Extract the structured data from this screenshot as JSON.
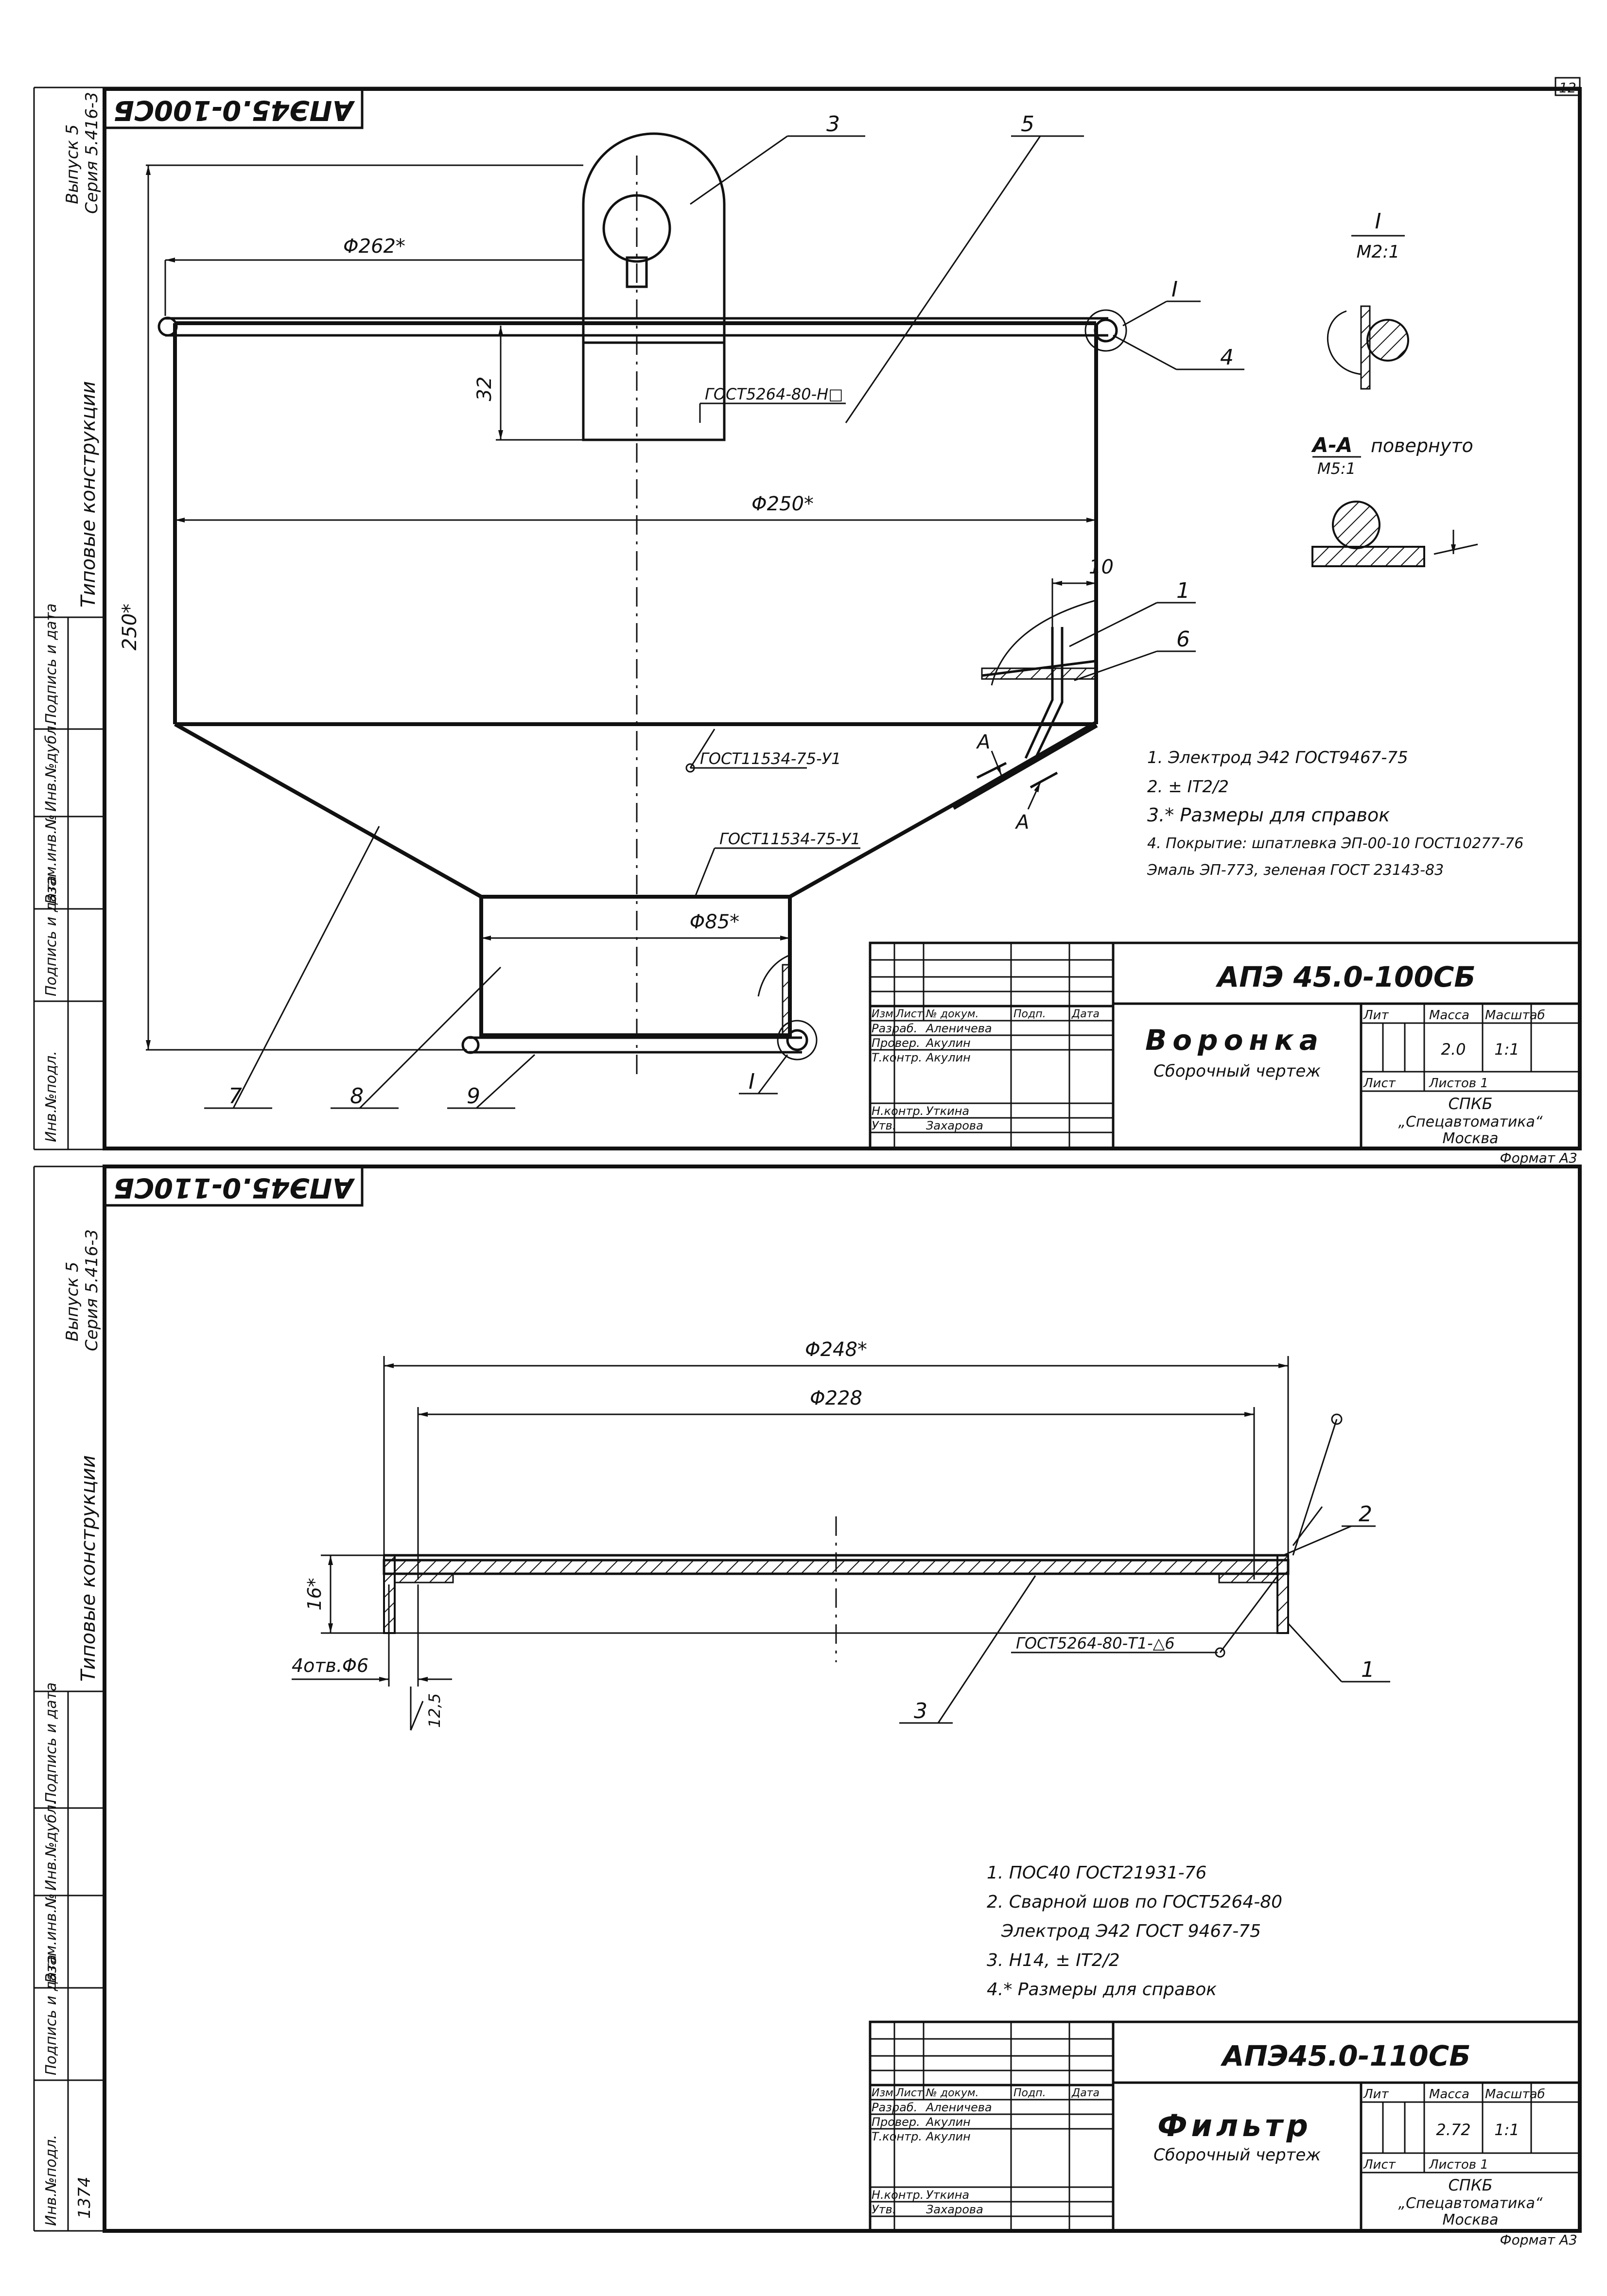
{
  "page_number": "12",
  "sheet1": {
    "rotated_code": "АПЭ45.0-100СБ",
    "side_series": [
      "Выпуск 5",
      "Серия 5.416-3"
    ],
    "side_title": "Типовые конструкции",
    "side_stamp": [
      "Инв.№подл.",
      "Подпись и дата",
      "Взам.инв.№",
      "Инв.№дубл.",
      "Подпись и дата"
    ],
    "dims": {
      "d262": "Φ262*",
      "d250": "Φ250*",
      "d85": "Φ85*",
      "h32": "32",
      "h250": "250*",
      "w10": "10"
    },
    "positions": [
      "3",
      "5",
      "4",
      "1",
      "6",
      "7",
      "8",
      "9",
      "I",
      "I"
    ],
    "gost_labels": [
      "ГОСТ5264-80-Н□",
      "ГОСТ11534-75-У1",
      "ГОСТ11534-75-У1"
    ],
    "section_mark": "А",
    "detail_title": "I",
    "detail_scale": "М2:1",
    "section_title": "А-А",
    "section_suffix": "повернуто",
    "section_scale": "М5:1",
    "notes": [
      "1. Электрод Э42 ГОСТ9467-75",
      "2. ± IT2/2",
      "3.* Размеры для справок",
      "4. Покрытие: шпатлевка ЭП-00-10 ГОСТ10277-76",
      "Эмаль ЭП-773, зеленая ГОСТ 23143-83"
    ],
    "title_block": {
      "code": "АПЭ 45.0-100СБ",
      "name": "Воронка",
      "doc_type": "Сборочный чертеж",
      "lit_label": "Лит",
      "mass_label": "Масса",
      "scale_label": "Масштаб",
      "mass": "2.0",
      "scale": "1:1",
      "sheet_label": "Лист",
      "sheets_label": "Листов 1",
      "org1": "СПКБ",
      "org2": "„Спецавтоматика“",
      "org3": "Москва",
      "format": "Формат А3",
      "head_cols": [
        "Изм.",
        "Лист",
        "№ докум.",
        "Подп.",
        "Дата"
      ],
      "rows": [
        {
          "role": "Разраб.",
          "name": "Аленичева"
        },
        {
          "role": "Провер.",
          "name": "Акулин"
        },
        {
          "role": "Т.контр.",
          "name": "Акулин"
        },
        {
          "role": "Н.контр.",
          "name": "Уткина"
        },
        {
          "role": "Утв.",
          "name": "Захарова"
        }
      ]
    }
  },
  "sheet2": {
    "rotated_code": "АПЭ45.0-110СБ",
    "side_series": [
      "Выпуск 5",
      "Серия 5.416-3"
    ],
    "side_title": "Типовые конструкции",
    "side_stamp": [
      "Инв.№подл.",
      "Подпись и дата",
      "Взам.инв.№",
      "Инв.№дубл.",
      "Подпись и дата"
    ],
    "dims": {
      "d248": "Φ248*",
      "d228": "Φ228",
      "h16": "16*",
      "holes": "4отв.Φ6",
      "r125": "12,5"
    },
    "positions": [
      "2",
      "1",
      "3"
    ],
    "gost_label": "ГОСТ5264-80-Т1-△6",
    "notes": [
      "1. ПОС40 ГОСТ21931-76",
      "2. Сварной шов по ГОСТ5264-80",
      "Электрод Э42 ГОСТ 9467-75",
      "3. Н14, ± IT2/2",
      "4.* Размеры для справок"
    ],
    "title_block": {
      "code": "АПЭ45.0-110СБ",
      "name": "Фильтр",
      "doc_type": "Сборочный чертеж",
      "lit_label": "Лит",
      "mass_label": "Масса",
      "scale_label": "Масштаб",
      "mass": "2.72",
      "scale": "1:1",
      "sheet_label": "Лист",
      "sheets_label": "Листов 1",
      "org1": "СПКБ",
      "org2": "„Спецавтоматика“",
      "org3": "Москва",
      "format": "Формат А3",
      "head_cols": [
        "Изм.",
        "Лист",
        "№ докум.",
        "Подп.",
        "Дата"
      ],
      "rows": [
        {
          "role": "Разраб.",
          "name": "Аленичева"
        },
        {
          "role": "Провер.",
          "name": "Акулин"
        },
        {
          "role": "Т.контр.",
          "name": "Акулин"
        },
        {
          "role": "Н.контр.",
          "name": "Уткина"
        },
        {
          "role": "Утв.",
          "name": "Захарова"
        }
      ]
    },
    "stamp_number": "1374"
  }
}
